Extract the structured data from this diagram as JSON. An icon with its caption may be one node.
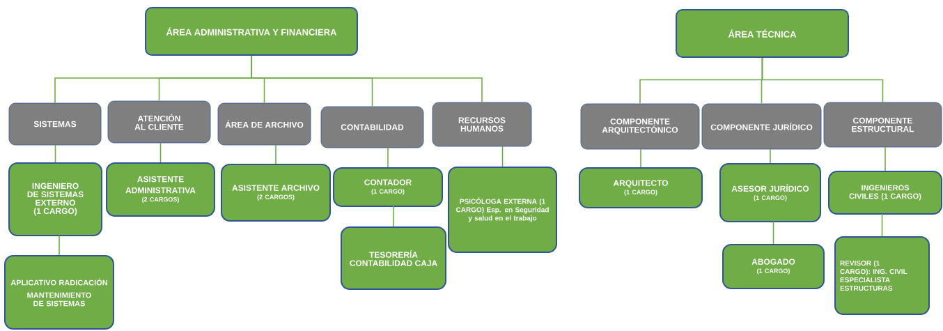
{
  "diagram": {
    "nodes": [
      {
        "text": [
          "ÁREA ADMINISTRATIVA Y FINANCIERA"
        ]
      },
      {
        "text": [
          "SISTEMAS"
        ]
      },
      {
        "text": [
          "ATENCIÓN AL CLIENTE"
        ]
      },
      {
        "text": [
          "ÁREA DE ARCHIVO"
        ]
      },
      {
        "text": [
          "CONTABILIDAD"
        ]
      },
      {
        "text": [
          "RECURSOS HUMANOS"
        ]
      },
      {
        "text": [
          "INGENIERO DE SISTEMAS EXTERNO (1 CARGO)"
        ]
      },
      {
        "text": [
          "ASISTENTE ADMINISTRATIVA",
          "(2 CARGOS)"
        ]
      },
      {
        "text": [
          "ASISTENTE ARCHIVO",
          "(2 CARGOS)"
        ]
      },
      {
        "text": [
          "CONTADOR",
          "(1 CARGO)"
        ]
      },
      {
        "text": [
          "PSICÓLOGA EXTERNA (1 CARGO) Esp. en Seguridad y salud en el trabajo"
        ]
      },
      {
        "text": [
          "APLICATIVO RADICACIÓN",
          "MANTENIMIENTO DE SISTEMAS"
        ]
      },
      {
        "text": [
          "TESORERÍA CONTABILIDAD CAJA"
        ]
      },
      {
        "text": [
          "ÁREA TÉCNICA"
        ]
      },
      {
        "text": [
          "COMPONENTE ARQUITECTÓNICO"
        ]
      },
      {
        "text": [
          "COMPONENTE JURÍDICO"
        ]
      },
      {
        "text": [
          "COMPONENTE ESTRUCTURAL"
        ]
      },
      {
        "text": [
          "ARQUITECTO",
          "(1 CARGO)"
        ]
      },
      {
        "text": [
          "ASESOR JURÍDICO",
          "(1 CARGO)"
        ]
      },
      {
        "text": [
          "INGENIEROS CIVILES (1 CARGO)"
        ]
      },
      {
        "text": [
          "ABOGADO",
          "(1 CARGO)"
        ]
      },
      {
        "text": [
          "REVISOR (1 CARGO): ING. CIVIL ESPECIALISTA ESTRUCTURAS"
        ]
      }
    ],
    "edges": [
      {
        "from": 0,
        "to": 1,
        "arrow": "none"
      },
      {
        "from": 0,
        "to": 2,
        "arrow": "none"
      },
      {
        "from": 0,
        "to": 3,
        "arrow": "none"
      },
      {
        "from": 0,
        "to": 4,
        "arrow": "none"
      },
      {
        "from": 0,
        "to": 5,
        "arrow": "none"
      },
      {
        "from": 1,
        "to": 6,
        "arrow": "none"
      },
      {
        "from": 6,
        "to": 11,
        "arrow": "none"
      },
      {
        "from": 2,
        "to": 7,
        "arrow": "none"
      },
      {
        "from": 3,
        "to": 8,
        "arrow": "none"
      },
      {
        "from": 4,
        "to": 9,
        "arrow": "none"
      },
      {
        "from": 9,
        "to": 12,
        "arrow": "none"
      },
      {
        "from": 5,
        "to": 10,
        "arrow": "none"
      },
      {
        "from": 13,
        "to": 14,
        "arrow": "none"
      },
      {
        "from": 13,
        "to": 15,
        "arrow": "none"
      },
      {
        "from": 13,
        "to": 16,
        "arrow": "none"
      },
      {
        "from": 14,
        "to": 17,
        "arrow": "none"
      },
      {
        "from": 15,
        "to": 18,
        "arrow": "none"
      },
      {
        "from": 18,
        "to": 20,
        "arrow": "none"
      },
      {
        "from": 16,
        "to": 19,
        "arrow": "none"
      },
      {
        "from": 19,
        "to": 21,
        "arrow": "none"
      }
    ]
  }
}
